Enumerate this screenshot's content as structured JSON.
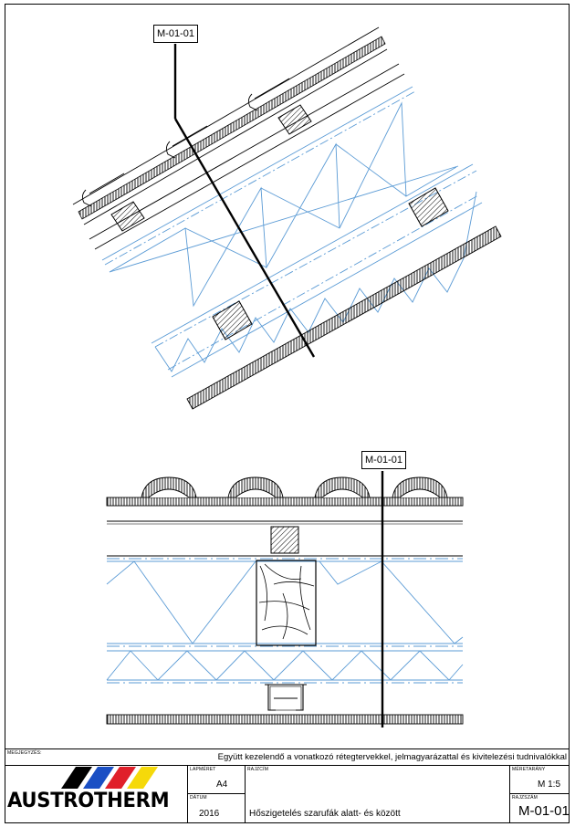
{
  "callouts": {
    "top": "M-01-01",
    "bottom": "M-01-01"
  },
  "titleblock": {
    "note_label": "MEGJEGYZÉS:",
    "note_text": "Együtt kezelendő a vonatkozó rétegtervekkel, jelmagyarázattal és kivitelezési tudnivalókkal",
    "sheet_size_label": "LAPMÉRET",
    "sheet_size": "A4",
    "date_label": "DÁTUM",
    "date": "2016",
    "drawing_title_label": "RAJZCÍM",
    "drawing_title": "Hőszigetelés szarufák alatt- és között",
    "scale_label": "MÉRETARÁNY",
    "scale": "M 1:5",
    "drawing_no_label": "RAJZSZÁM",
    "drawing_no": "M-01-01"
  },
  "logo": {
    "text": "AUSTROTHERM",
    "stripe_colors": [
      "#000000",
      "#1a4fc4",
      "#e0202a",
      "#f5d90a"
    ]
  },
  "colors": {
    "insulation_line": "#5b9bd5",
    "ink": "#000000"
  }
}
